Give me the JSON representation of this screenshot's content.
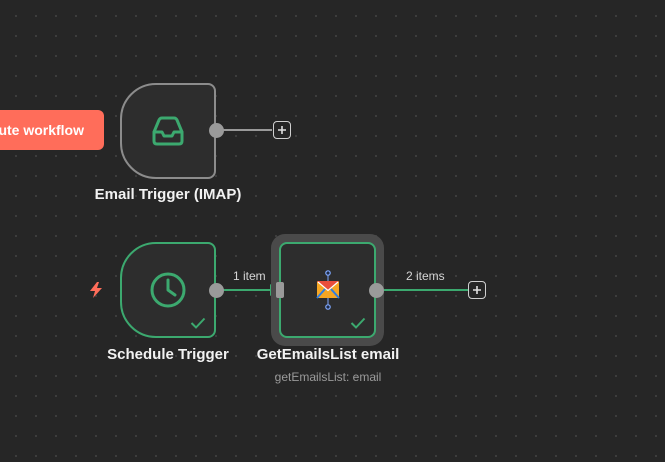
{
  "toolbar": {
    "execute_label": "ute workflow"
  },
  "nodes": {
    "email_trigger": {
      "title": "Email Trigger (IMAP)",
      "icon": "inbox-icon",
      "status": "idle"
    },
    "schedule_trigger": {
      "title": "Schedule Trigger",
      "icon": "clock-icon",
      "status": "success"
    },
    "get_emails": {
      "title": "GetEmailsList email",
      "subtitle": "getEmailsList: email",
      "icon": "envelope-icon",
      "status": "success"
    }
  },
  "connections": {
    "schedule_to_getemails": "1 item",
    "getemails_output": "2 items"
  },
  "colors": {
    "canvas_bg": "#262626",
    "node_bg": "#2d2d2d",
    "success_green": "#3ca96f",
    "execute_button": "#ff6d5a",
    "trigger_bolt": "#ff6d5a"
  }
}
